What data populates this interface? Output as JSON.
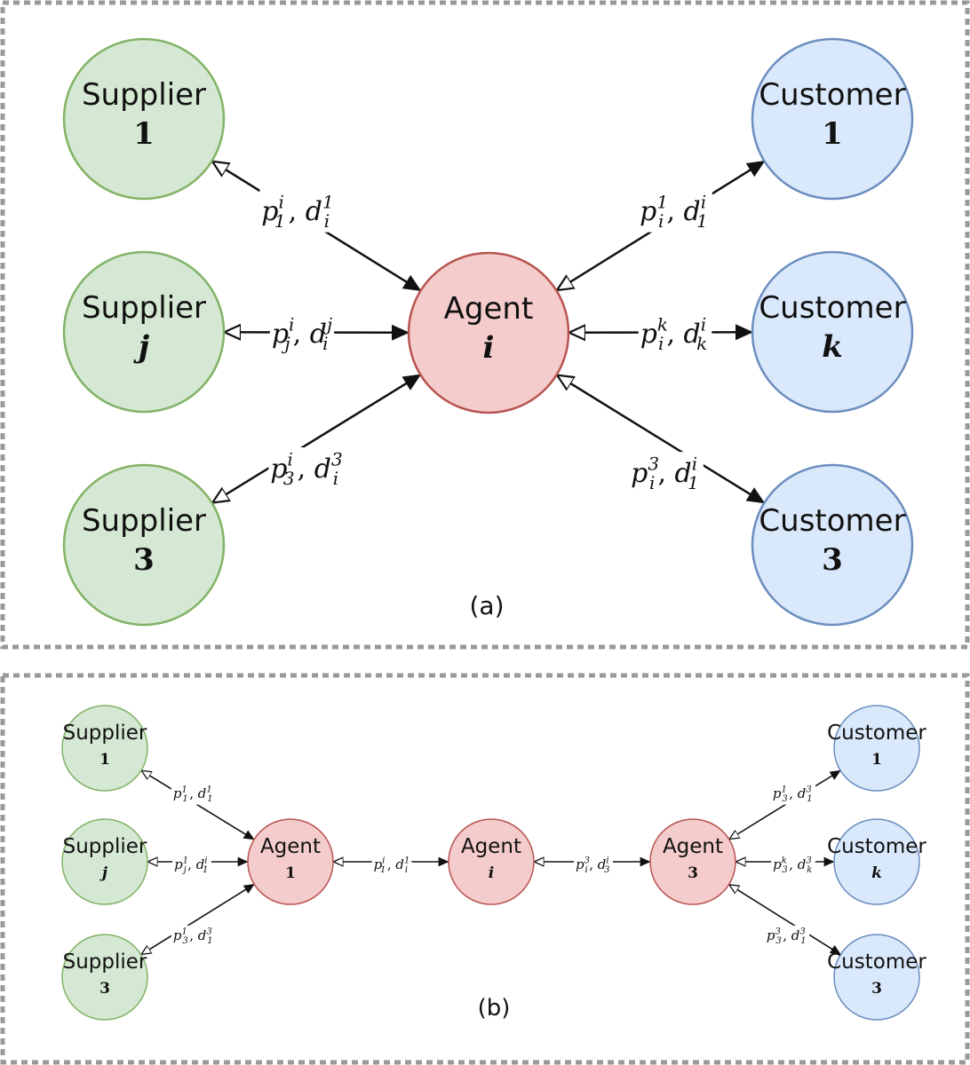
{
  "panels": [
    {
      "caption": "(a)",
      "nodes": [
        {
          "id": "s1",
          "kind": "supplier",
          "label": "Supplier",
          "sub": "1"
        },
        {
          "id": "sj",
          "kind": "supplier",
          "label": "Supplier",
          "sub": "j",
          "sub_italic": true
        },
        {
          "id": "s3",
          "kind": "supplier",
          "label": "Supplier",
          "sub": "3"
        },
        {
          "id": "ai",
          "kind": "agent",
          "label": "Agent",
          "sub": "i",
          "sub_italic": true
        },
        {
          "id": "c1",
          "kind": "customer",
          "label": "Customer",
          "sub": "1"
        },
        {
          "id": "ck",
          "kind": "customer",
          "label": "Customer",
          "sub": "k",
          "sub_italic": true
        },
        {
          "id": "c3",
          "kind": "customer",
          "label": "Customer",
          "sub": "3"
        }
      ],
      "edges": [
        {
          "id": "s1-ai",
          "from": "s1",
          "to": "ai",
          "label": [
            {
              "b": "p",
              "sub": "1",
              "sup": "i"
            },
            {
              "b": "d",
              "sub": "i",
              "sup": "1"
            }
          ]
        },
        {
          "id": "sj-ai",
          "from": "sj",
          "to": "ai",
          "label": [
            {
              "b": "p",
              "sub": "j",
              "sup": "i"
            },
            {
              "b": "d",
              "sub": "i",
              "sup": "j"
            }
          ]
        },
        {
          "id": "s3-ai",
          "from": "s3",
          "to": "ai",
          "label": [
            {
              "b": "p",
              "sub": "3",
              "sup": "i"
            },
            {
              "b": "d",
              "sub": "i",
              "sup": "3"
            }
          ]
        },
        {
          "id": "ai-c1",
          "from": "ai",
          "to": "c1",
          "label": [
            {
              "b": "p",
              "sub": "i",
              "sup": "1"
            },
            {
              "b": "d",
              "sub": "1",
              "sup": "i"
            }
          ]
        },
        {
          "id": "ai-ck",
          "from": "ai",
          "to": "ck",
          "label": [
            {
              "b": "p",
              "sub": "i",
              "sup": "k"
            },
            {
              "b": "d",
              "sub": "k",
              "sup": "i"
            }
          ]
        },
        {
          "id": "ai-c3",
          "from": "ai",
          "to": "c3",
          "label": [
            {
              "b": "p",
              "sub": "i",
              "sup": "3"
            },
            {
              "b": "d",
              "sub": "1",
              "sup": "i"
            }
          ]
        }
      ]
    },
    {
      "caption": "(b)",
      "nodes": [
        {
          "id": "s1",
          "kind": "supplier",
          "label": "Supplier",
          "sub": "1"
        },
        {
          "id": "sj",
          "kind": "supplier",
          "label": "Supplier",
          "sub": "j",
          "sub_italic": true
        },
        {
          "id": "s3",
          "kind": "supplier",
          "label": "Supplier",
          "sub": "3"
        },
        {
          "id": "a1",
          "kind": "agent",
          "label": "Agent",
          "sub": "1"
        },
        {
          "id": "ai",
          "kind": "agent",
          "label": "Agent",
          "sub": "i",
          "sub_italic": true
        },
        {
          "id": "a3",
          "kind": "agent",
          "label": "Agent",
          "sub": "3"
        },
        {
          "id": "c1",
          "kind": "customer",
          "label": "Customer",
          "sub": "1"
        },
        {
          "id": "ck",
          "kind": "customer",
          "label": "Customer",
          "sub": "k",
          "sub_italic": true
        },
        {
          "id": "c3",
          "kind": "customer",
          "label": "Customer",
          "sub": "3"
        }
      ],
      "edges": [
        {
          "id": "s1-a1",
          "from": "s1",
          "to": "a1",
          "label": [
            {
              "b": "p",
              "sub": "1",
              "sup": "1"
            },
            {
              "b": "d",
              "sub": "1",
              "sup": "1"
            }
          ]
        },
        {
          "id": "sj-a1",
          "from": "sj",
          "to": "a1",
          "label": [
            {
              "b": "p",
              "sub": "j",
              "sup": "1"
            },
            {
              "b": "d",
              "sub": "1",
              "sup": "i"
            }
          ]
        },
        {
          "id": "s3-a1",
          "from": "s3",
          "to": "a1",
          "label": [
            {
              "b": "p",
              "sub": "3",
              "sup": "1"
            },
            {
              "b": "d",
              "sub": "1",
              "sup": "3"
            }
          ]
        },
        {
          "id": "a1-ai",
          "from": "a1",
          "to": "ai",
          "label": [
            {
              "b": "p",
              "sub": "1",
              "sup": "i"
            },
            {
              "b": "d",
              "sub": "i",
              "sup": "1"
            }
          ]
        },
        {
          "id": "ai-a3",
          "from": "ai",
          "to": "a3",
          "label": [
            {
              "b": "p",
              "sub": "i",
              "sup": "3"
            },
            {
              "b": "d",
              "sub": "3",
              "sup": "i"
            }
          ]
        },
        {
          "id": "a3-c1",
          "from": "a3",
          "to": "c1",
          "label": [
            {
              "b": "p",
              "sub": "3",
              "sup": "1"
            },
            {
              "b": "d",
              "sub": "1",
              "sup": "3"
            }
          ]
        },
        {
          "id": "a3-ck",
          "from": "a3",
          "to": "ck",
          "label": [
            {
              "b": "p",
              "sub": "3",
              "sup": "k"
            },
            {
              "b": "d",
              "sub": "k",
              "sup": "3"
            }
          ]
        },
        {
          "id": "a3-c3",
          "from": "a3",
          "to": "c3",
          "label": [
            {
              "b": "p",
              "sub": "3",
              "sup": "3"
            },
            {
              "b": "d",
              "sub": "1",
              "sup": "3"
            }
          ]
        }
      ]
    }
  ],
  "colors": {
    "supplier_fill": "#d5e8d4",
    "supplier_stroke": "#82b366",
    "agent_fill": "#f4cccc",
    "agent_stroke": "#b85450",
    "customer_fill": "#dae8fc",
    "customer_stroke": "#6c8ebf",
    "border": "#999999",
    "edge": "#111111"
  }
}
